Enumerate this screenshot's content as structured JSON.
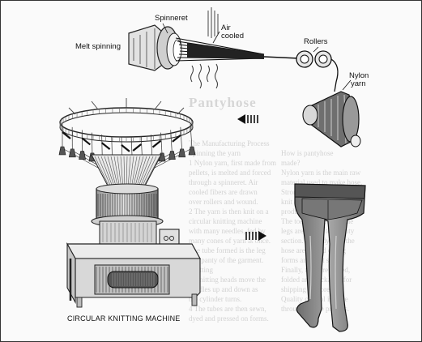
{
  "labels": {
    "spinneret": "Spinneret",
    "melt_spinning": "Melt spinning",
    "air_cooled_line1": "Air",
    "air_cooled_line2": "cooled",
    "rollers": "Rollers",
    "nylon_yarn_line1": "Nylon",
    "nylon_yarn_line2": "yarn",
    "machine_caption": "CIRCULAR KNITTING MACHINE"
  },
  "background": {
    "title": "Pantyhose",
    "column_left": [
      "The Manufacturing Process",
      "Spinning the yarn",
      "1 Nylon yarn, first made from",
      "    pellets, is melted and forced",
      "    through a spinneret. Air",
      "    cooled fibers are drawn",
      "    over rollers and wound.",
      "2 The yarn is then knit on a",
      "    circular knitting machine",
      "    with many needles, fed by",
      "    many cones of yarn at once.",
      "    The tube formed is the leg",
      "    and panty of the garment.",
      "Knitting",
      "3 Knitting heads move the",
      "    needles up and down as",
      "    the cylinder turns.",
      "4 The tubes are then sewn,",
      "    dyed and pressed on forms."
    ],
    "column_right": [
      "How is pantyhose",
      "made?",
      "Nylon yarn is the main raw",
      "material used to make hose.",
      "Stronger than silk, it is",
      "knit on a machine that",
      "produces a seamless tube.",
      "The toe is closed and the",
      "legs are joined to a panty",
      "section. After dyeing, the",
      "hose are placed on leg",
      "forms and heat set.",
      "Finally, they are paired,",
      "folded and packaged for",
      "shipping to stores.",
      "Quality control is done",
      "throughout the process."
    ]
  }
}
